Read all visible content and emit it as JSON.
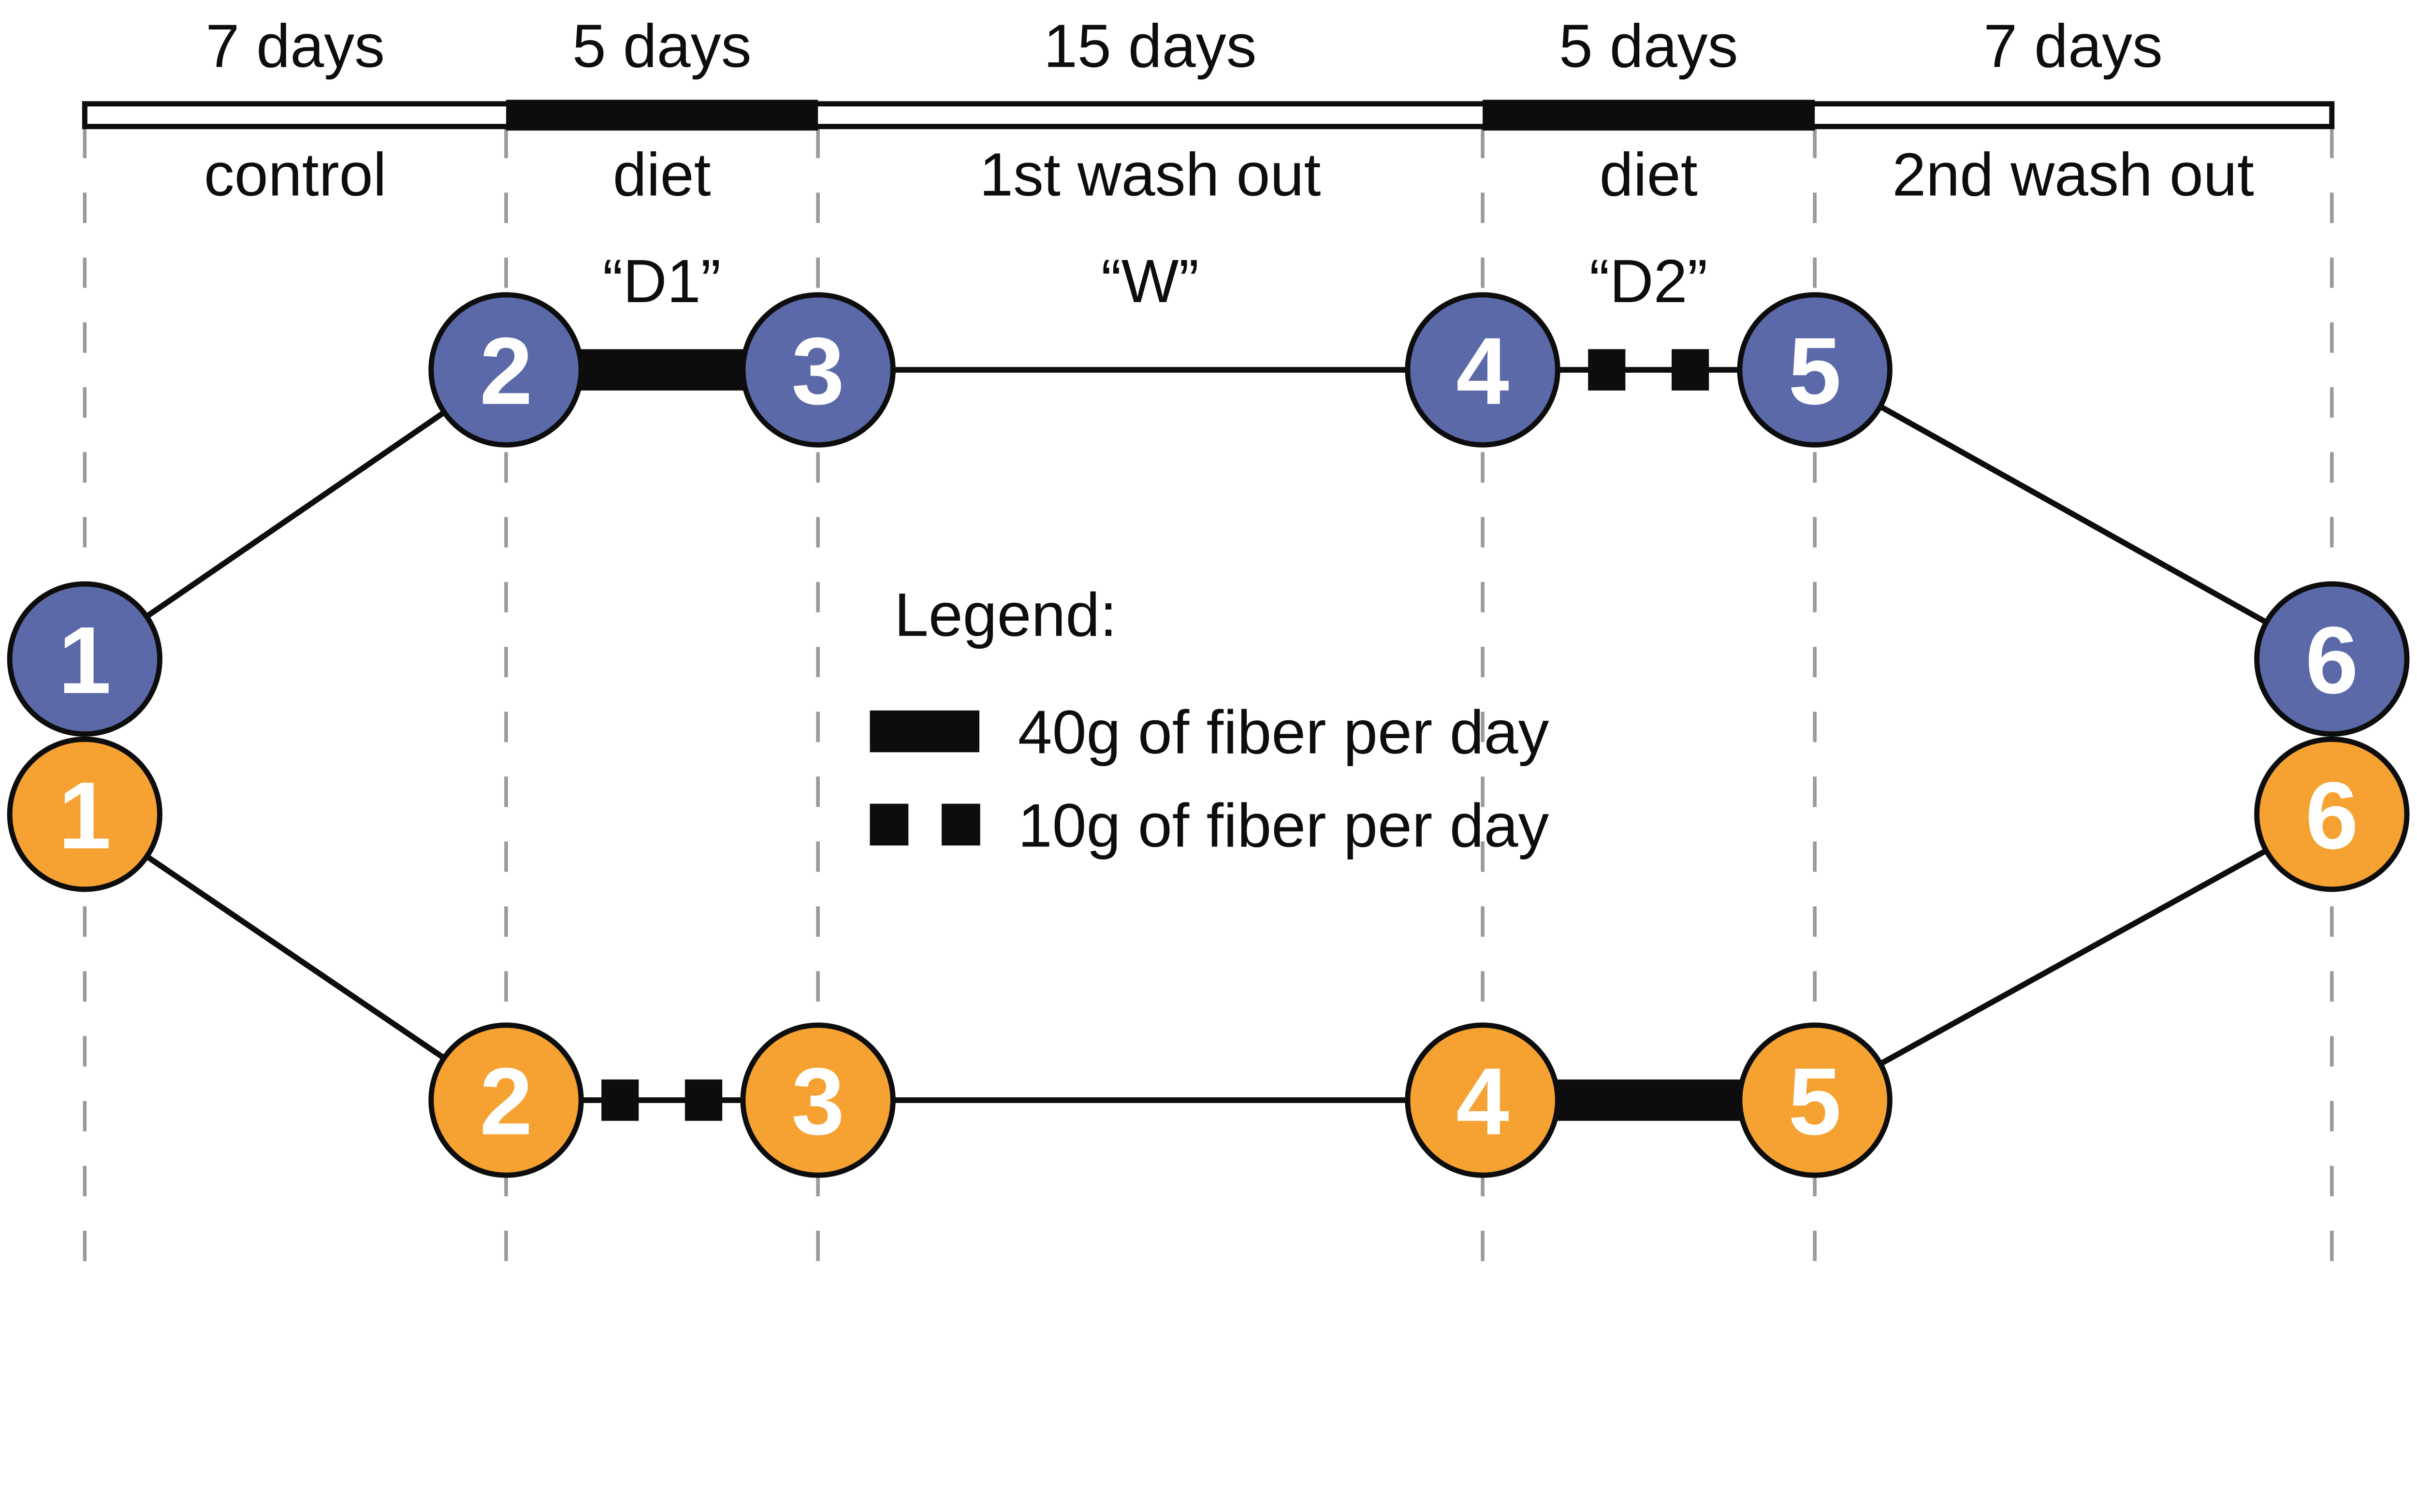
{
  "colors": {
    "arm_top_fill": "#5b69a8",
    "arm_bottom_fill": "#f5a233",
    "black": "#0d0d0d",
    "grid": "#9a9a9a",
    "node_text": "#ffffff",
    "bar_fill": "#ffffff"
  },
  "timeline": {
    "phases": [
      {
        "duration": "7 days",
        "name": "control",
        "code": "",
        "diet_bar": false
      },
      {
        "duration": "5 days",
        "name": "diet",
        "code": "“D1”",
        "diet_bar": true
      },
      {
        "duration": "15 days",
        "name": "1st wash out",
        "code": "“W”",
        "diet_bar": false
      },
      {
        "duration": "5 days",
        "name": "diet",
        "code": "“D2”",
        "diet_bar": true
      },
      {
        "duration": "7 days",
        "name": "2nd wash out",
        "code": "",
        "diet_bar": false
      }
    ]
  },
  "arms": [
    {
      "id": "top-arm",
      "nodes": [
        "1",
        "2",
        "3",
        "4",
        "5",
        "6"
      ],
      "segments": [
        {
          "between": "1-2",
          "type": "line"
        },
        {
          "between": "2-3",
          "type": "40g of fiber per day"
        },
        {
          "between": "3-4",
          "type": "line"
        },
        {
          "between": "4-5",
          "type": "10g of fiber per day"
        },
        {
          "between": "5-6",
          "type": "line"
        }
      ]
    },
    {
      "id": "bottom-arm",
      "nodes": [
        "1",
        "2",
        "3",
        "4",
        "5",
        "6"
      ],
      "segments": [
        {
          "between": "1-2",
          "type": "line"
        },
        {
          "between": "2-3",
          "type": "10g of fiber per day"
        },
        {
          "between": "3-4",
          "type": "line"
        },
        {
          "between": "4-5",
          "type": "40g of fiber per day"
        },
        {
          "between": "5-6",
          "type": "line"
        }
      ]
    }
  ],
  "legend": {
    "title": "Legend:",
    "items": [
      {
        "swatch": "solid-bar",
        "label": "40g of fiber per day"
      },
      {
        "swatch": "dashed-squares",
        "label": "10g of fiber per day"
      }
    ]
  }
}
